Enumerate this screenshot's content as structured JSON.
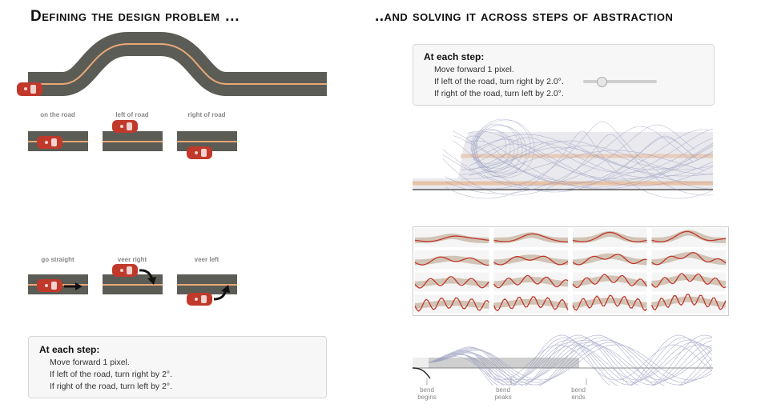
{
  "left_title": "Defining the design problem …",
  "right_title": "..and solving it across steps of abstraction",
  "state_labels": [
    "on the road",
    "left of road",
    "right of road"
  ],
  "action_labels": [
    "go straight",
    "veer right",
    "veer left"
  ],
  "left_rules": {
    "heading": "At each step:",
    "lines": [
      "Move forward 1 pixel.",
      "If left of the road, turn right by 2°.",
      "If right of the road, turn left by 2°."
    ]
  },
  "right_rules": {
    "heading": "At each step:",
    "lines": [
      "Move forward 1 pixel.",
      "If left of the road, turn right by 2.0°.",
      "If right of the road, turn left by 2.0°."
    ],
    "slider_value": 0.25
  },
  "bend_labels": [
    "bend\nbegins",
    "bend\npeaks",
    "bend\nends"
  ],
  "colors": {
    "road": "#5b5c55",
    "center_line": "#e8a877",
    "car": "#c0392b",
    "trail": "#8a8fb5",
    "path": "#c0392b",
    "road_band": "#c8b8a6"
  }
}
